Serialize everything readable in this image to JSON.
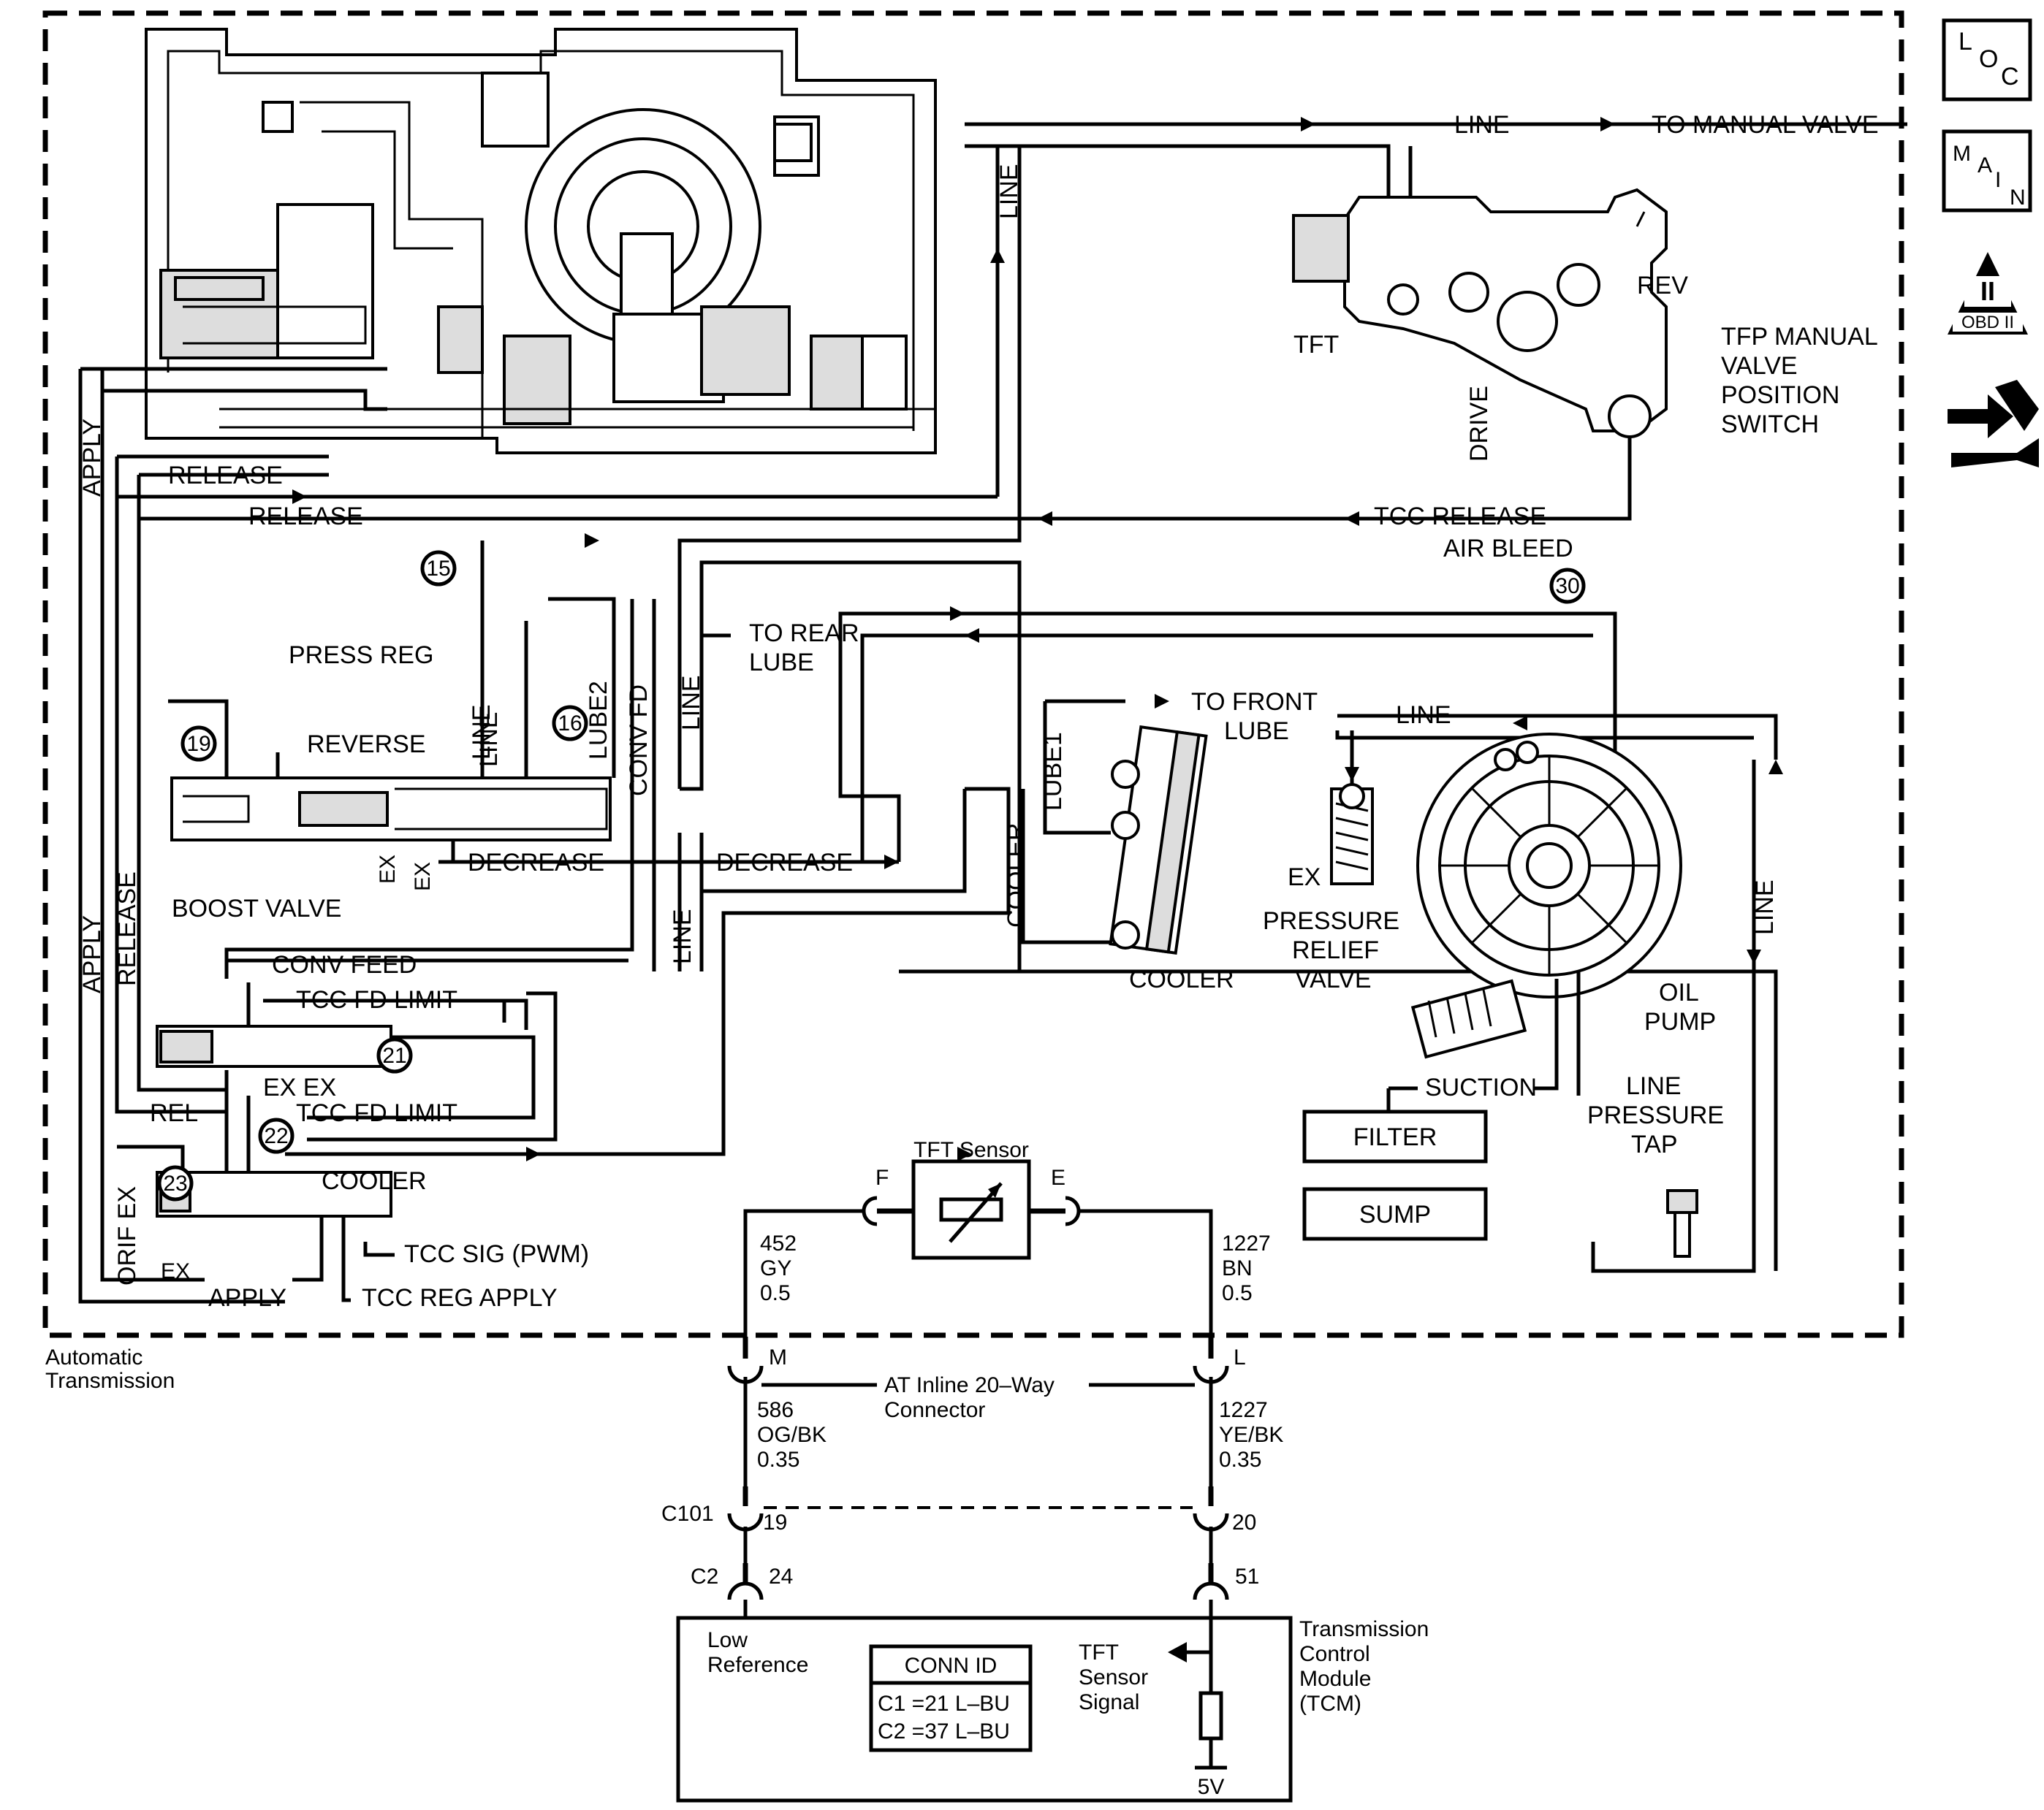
{
  "nav_icons": {
    "loc": {
      "letters": [
        "L",
        "O",
        "C"
      ]
    },
    "main": {
      "letters": [
        "M",
        "A",
        "I",
        "N"
      ]
    },
    "obd": {
      "numeral": "II",
      "label": "OBD II"
    },
    "tool": "wrench-arrows-icon"
  },
  "hydraulic": {
    "to_manual_valve": "TO MANUAL VALVE",
    "line": "LINE",
    "rev": "REV",
    "tft": "TFT",
    "drive": "DRIVE",
    "tfp_switch": [
      "TFP MANUAL",
      "VALVE",
      "POSITION",
      "SWITCH"
    ],
    "apply": "APPLY",
    "release": "RELEASE",
    "tcc_release": "TCC RELEASE",
    "air_bleed": "AIR BLEED",
    "press_reg": "PRESS REG",
    "to_rear_lube": [
      "TO REAR",
      "LUBE"
    ],
    "lube2": "LUBE2",
    "conv_fd": "CONV FD",
    "reverse": "REVERSE",
    "boost_valve": "BOOST VALVE",
    "ex": "EX",
    "decrease": "DECREASE",
    "to_front_lube": [
      "TO FRONT",
      "LUBE"
    ],
    "lube1": "LUBE1",
    "cooler": "COOLER",
    "pressure_relief": [
      "PRESSURE",
      "RELIEF",
      "VALVE"
    ],
    "oil_pump": [
      "OIL",
      "PUMP"
    ],
    "conv_feed": "CONV FEED",
    "tcc_fd_limit": "TCC FD LIMIT",
    "ex_ex": "EX EX",
    "rel": "REL",
    "orif_ex": "ORIF EX",
    "tcc_sig": "TCC SIG (PWM)",
    "tcc_reg_apply": "TCC REG APPLY",
    "suction": "SUCTION",
    "filter": "FILTER",
    "sump": "SUMP",
    "line_pressure_tap": [
      "LINE",
      "PRESSURE",
      "TAP"
    ],
    "checkballs": [
      "15",
      "16",
      "19",
      "21",
      "22",
      "23",
      "30"
    ]
  },
  "electrical": {
    "sensor_title": "TFT Sensor",
    "pin_f": "F",
    "pin_e": "E",
    "wire_left_top": [
      "452",
      "GY",
      "0.5"
    ],
    "wire_right_top": [
      "1227",
      "BN",
      "0.5"
    ],
    "pin_m": "M",
    "pin_l": "L",
    "inline_connector": [
      "AT Inline 20–Way",
      "Connector"
    ],
    "wire_left_bottom": [
      "586",
      "OG/BK",
      "0.35"
    ],
    "wire_right_bottom": [
      "1227",
      "YE/BK",
      "0.35"
    ],
    "c101": "C101",
    "pin_19": "19",
    "pin_20": "20",
    "c2": "C2",
    "pin_24": "24",
    "pin_51": "51",
    "at_label": [
      "Automatic",
      "Transmission"
    ],
    "low_reference": [
      "Low",
      "Reference"
    ],
    "conn_id_title": "CONN ID",
    "conn_id_rows": [
      "C1 =21 L–BU",
      "C2 =37 L–BU"
    ],
    "tft_signal": [
      "TFT",
      "Sensor",
      "Signal"
    ],
    "tcm": [
      "Transmission",
      "Control",
      "Module",
      "(TCM)"
    ],
    "five_v": "5V"
  }
}
